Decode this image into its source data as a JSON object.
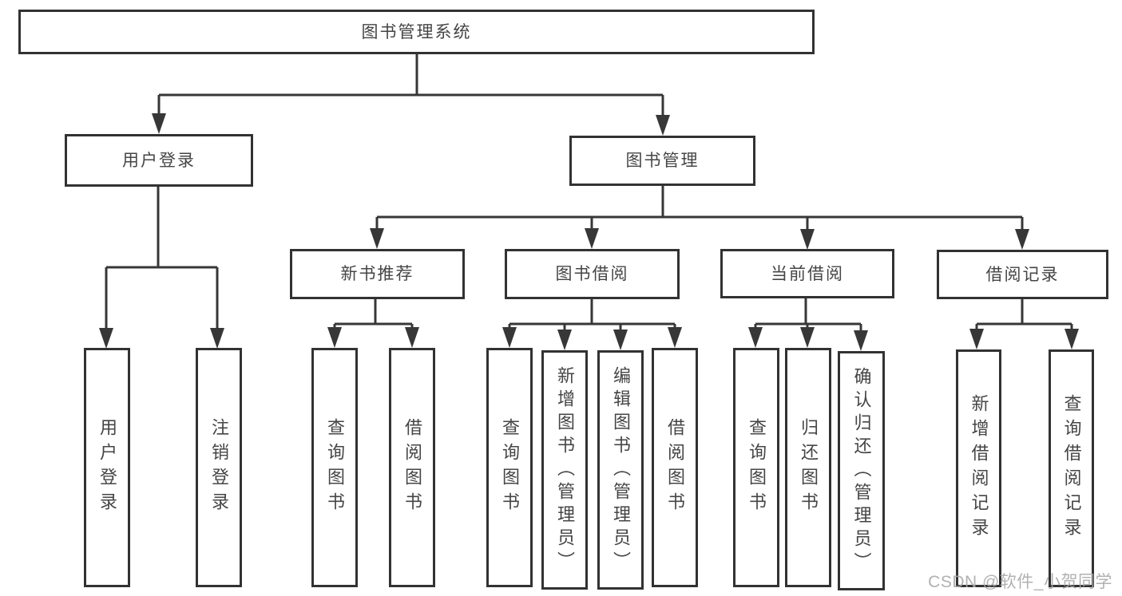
{
  "diagram": {
    "root": {
      "label": "图书管理系统"
    },
    "branches": [
      {
        "label": "用户登录",
        "children": [
          {
            "label": "用户登录"
          },
          {
            "label": "注销登录"
          }
        ]
      },
      {
        "label": "图书管理",
        "sections": [
          {
            "label": "新书推荐",
            "children": [
              {
                "label": "查询图书"
              },
              {
                "label": "借阅图书"
              }
            ]
          },
          {
            "label": "图书借阅",
            "children": [
              {
                "label": "查询图书"
              },
              {
                "label": "新增图书（管理员）"
              },
              {
                "label": "编辑图书（管理员）"
              },
              {
                "label": "借阅图书"
              }
            ]
          },
          {
            "label": "当前借阅",
            "children": [
              {
                "label": "查询图书"
              },
              {
                "label": "归还图书"
              },
              {
                "label": "确认归还（管理员）"
              }
            ]
          },
          {
            "label": "借阅记录",
            "children": [
              {
                "label": "新增借阅记录"
              },
              {
                "label": "查询借阅记录"
              }
            ]
          }
        ]
      }
    ]
  },
  "watermark": {
    "text": "CSDN @软件_小贺同学"
  },
  "colors": {
    "line": "#373737",
    "box_border": "#323232",
    "text": "#454545",
    "watermark": "#a9a9a9",
    "background": "#ffffff"
  }
}
